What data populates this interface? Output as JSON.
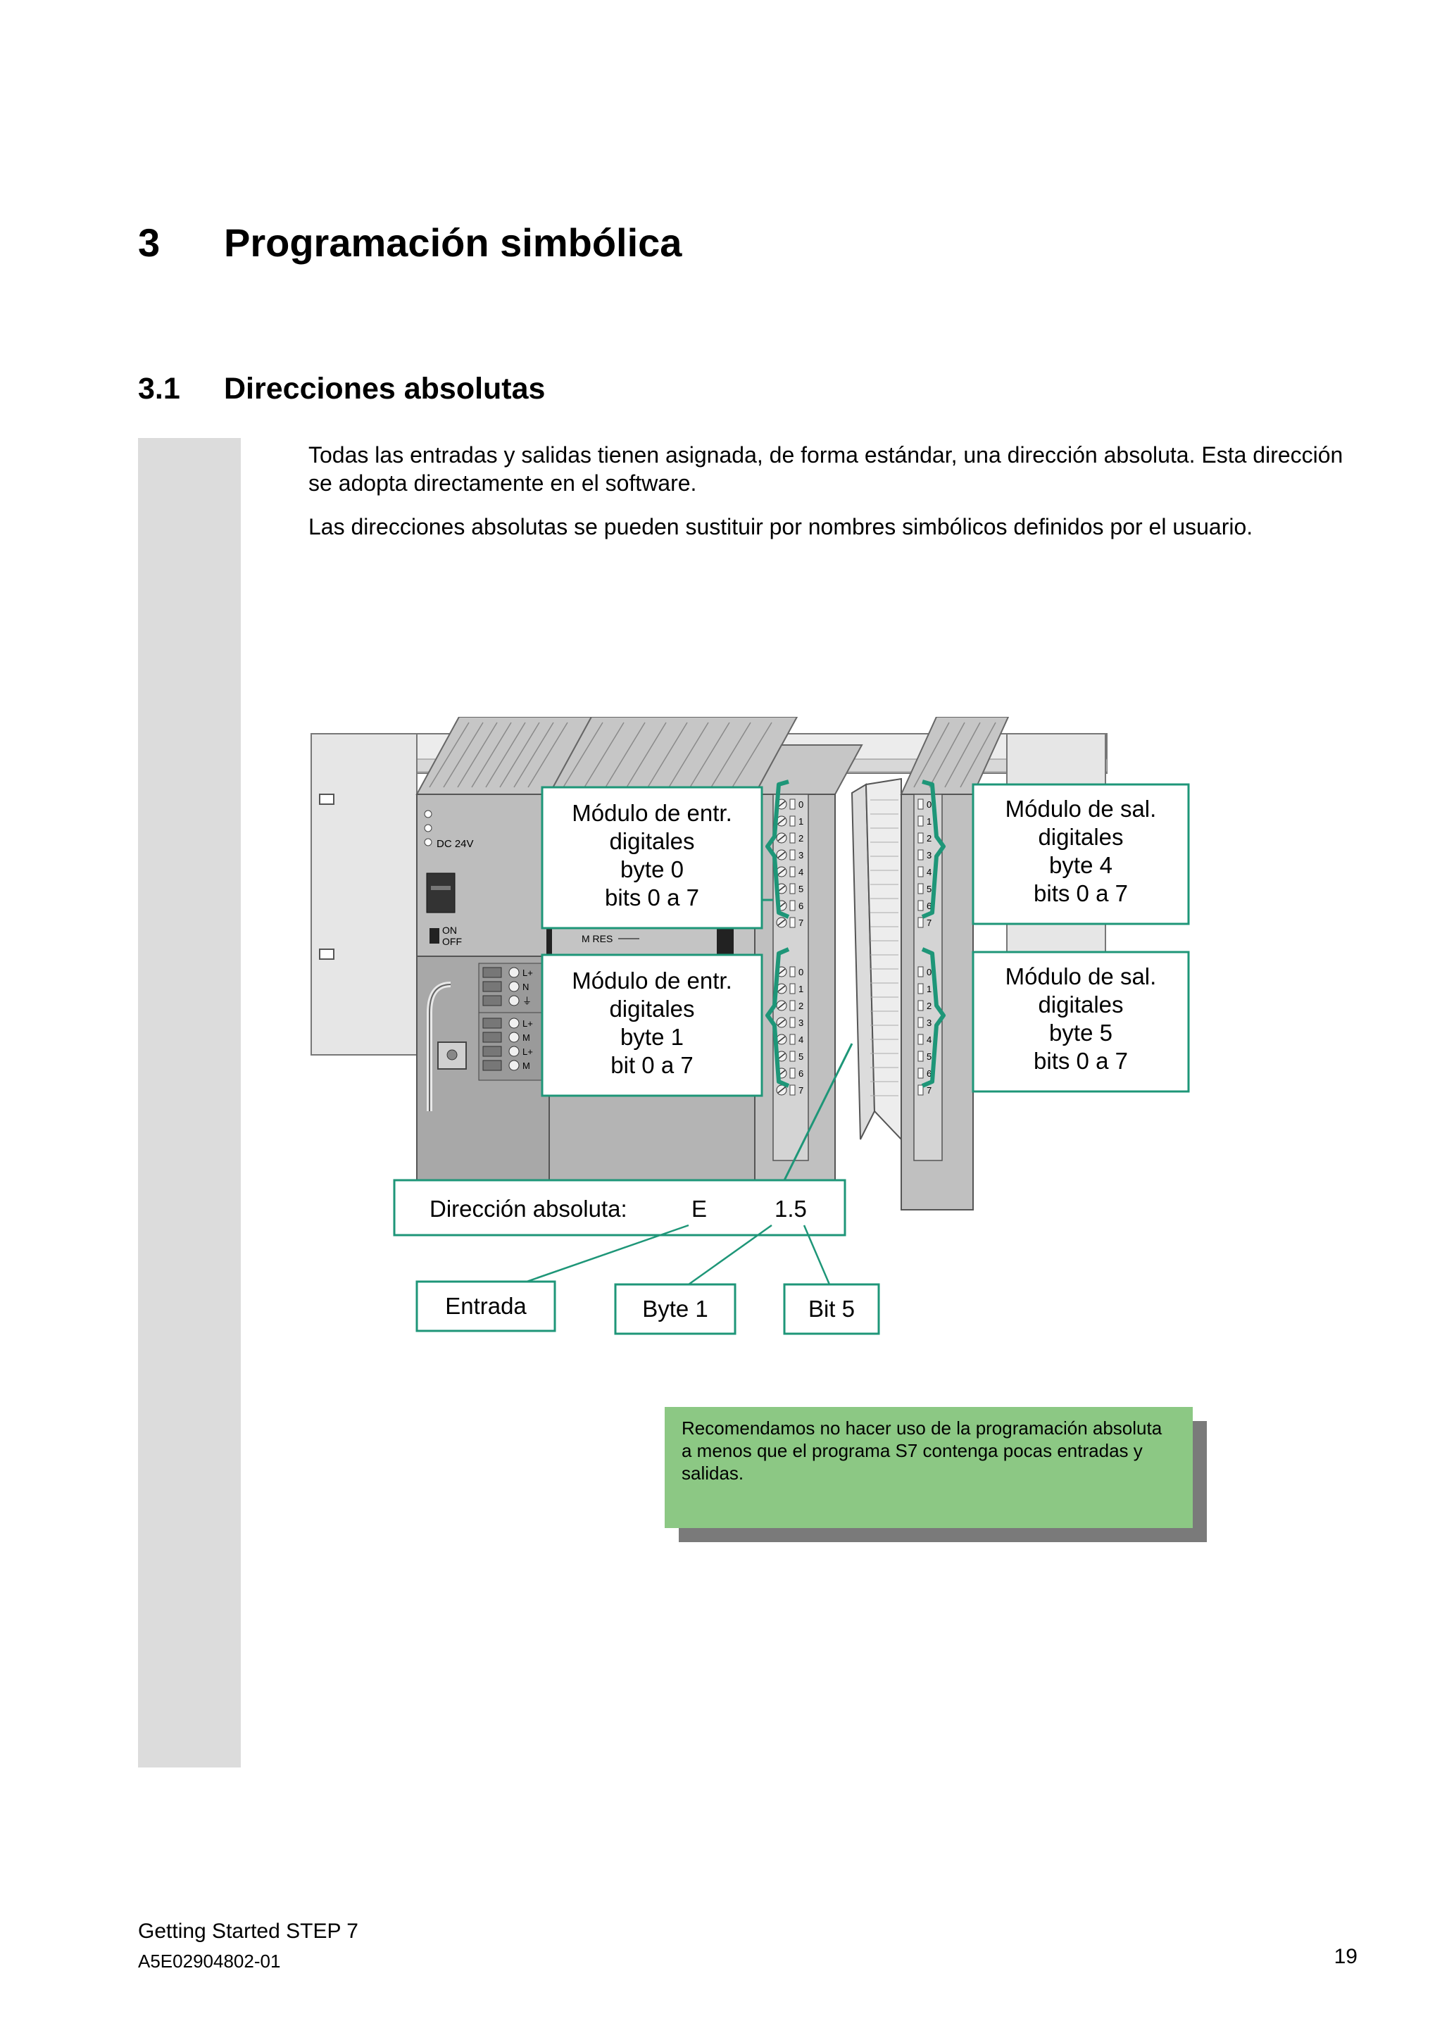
{
  "chapter": {
    "number": "3",
    "title": "Programación simbólica"
  },
  "section": {
    "number": "3.1",
    "title": "Direcciones absolutas"
  },
  "paragraphs": [
    "Todas las entradas y salidas tienen asignada, de forma estándar, una dirección absoluta. Esta dirección se adopta directamente en el software.",
    "Las direcciones absolutas se pueden sustituir por nombres simbólicos definidos por el usuario."
  ],
  "figure": {
    "psu": {
      "dc_label": "DC 24V",
      "switch_on": "ON",
      "switch_off": "OFF"
    },
    "cpu": {
      "mres_label": "M RES"
    },
    "terminal_labels_top": [
      "L+",
      "N",
      "⏚"
    ],
    "terminal_labels_bottom": [
      "L+",
      "M",
      "L+",
      "M"
    ],
    "bit_numbers": [
      "0",
      "1",
      "2",
      "3",
      "4",
      "5",
      "6",
      "7"
    ],
    "callouts": {
      "input_byte0": [
        "Módulo de entr.",
        "digitales",
        "byte 0",
        "bits 0 a 7"
      ],
      "input_byte1": [
        "Módulo de entr.",
        "digitales",
        "byte 1",
        "bit 0 a 7"
      ],
      "output_byte4": [
        "Módulo de sal.",
        "digitales",
        "byte 4",
        "bits 0 a 7"
      ],
      "output_byte5": [
        "Módulo de sal.",
        "digitales",
        "byte 5",
        "bits 0 a 7"
      ]
    },
    "address": {
      "label": "Dirección absoluta:",
      "letter": "E",
      "value": "1.5"
    },
    "parts": {
      "entrada": "Entrada",
      "byte": "Byte 1",
      "bit": "Bit 5"
    },
    "accent_color": "#1e9678"
  },
  "note": "Recomendamos no hacer uso de la programación absoluta a menos que el programa S7 contenga pocas entradas y salidas.",
  "footer": {
    "title": "Getting Started STEP 7",
    "doc_number": "A5E02904802-01",
    "page": "19"
  }
}
